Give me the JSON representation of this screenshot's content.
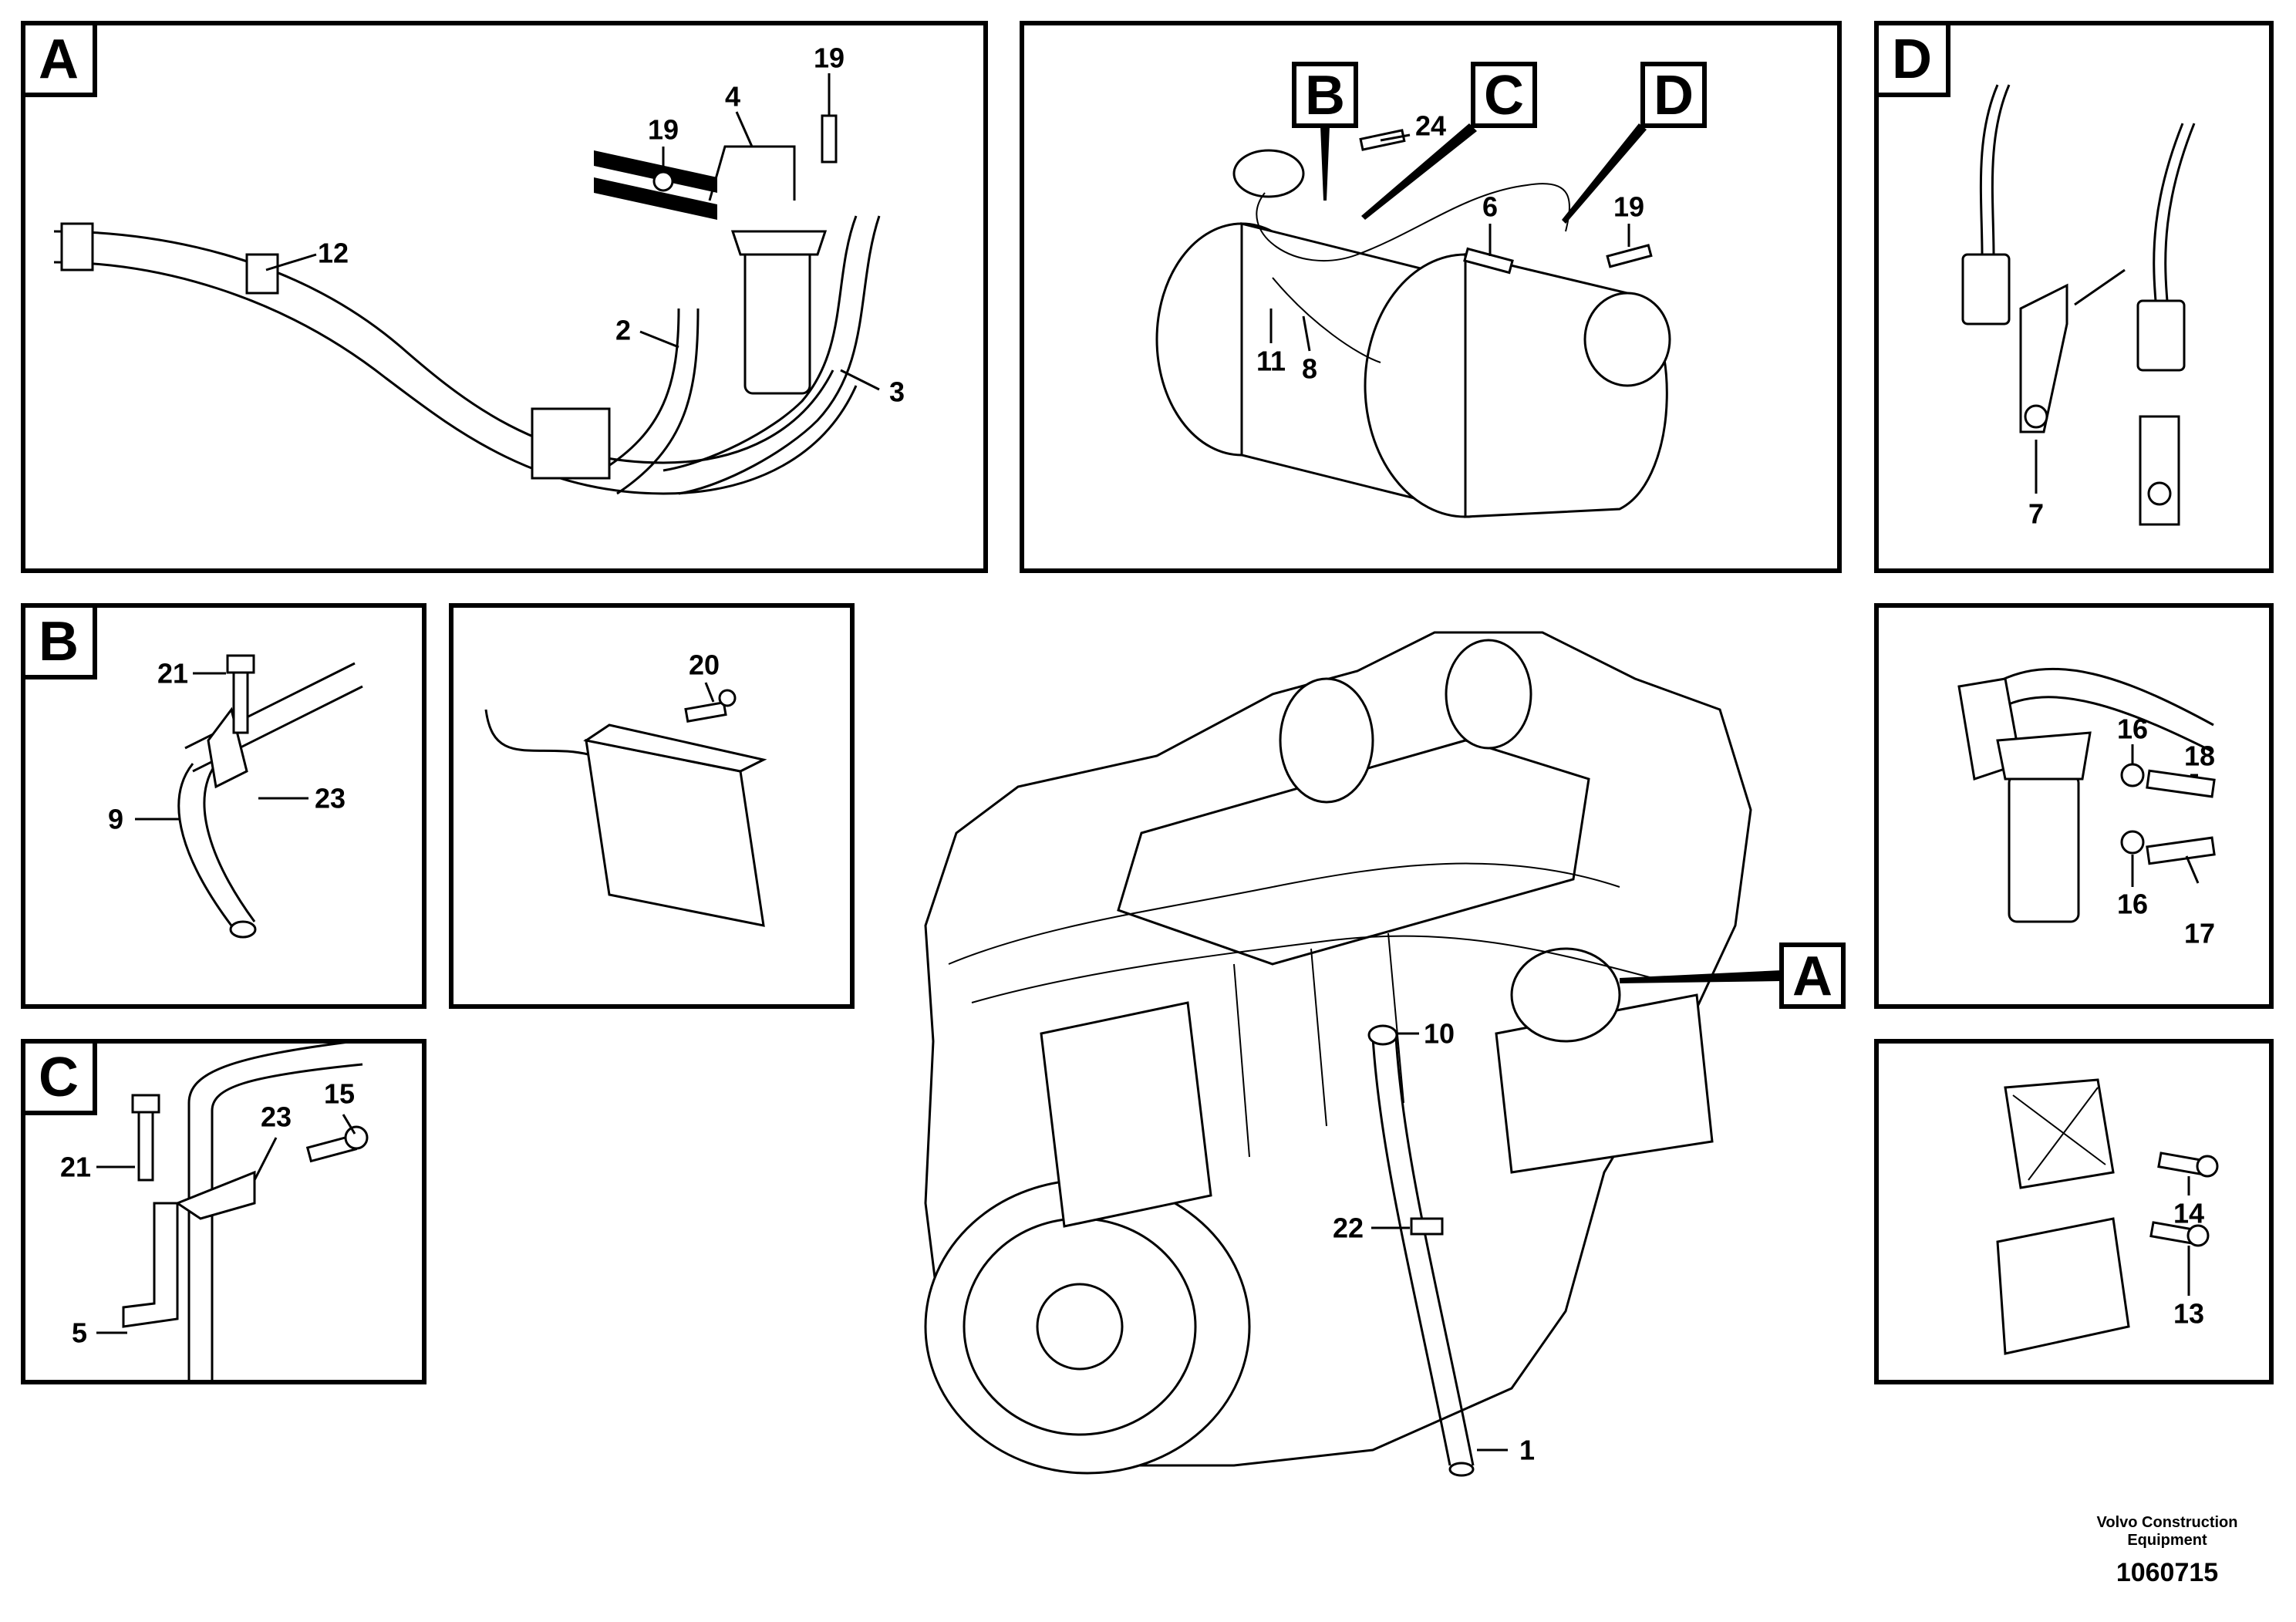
{
  "panels": {
    "A": {
      "letter": "A",
      "labels": [
        "19",
        "4",
        "19",
        "12",
        "2",
        "3"
      ]
    },
    "top_middle": {
      "letters": [
        "B",
        "C",
        "D"
      ],
      "labels": [
        "24",
        "6",
        "19",
        "11",
        "8"
      ]
    },
    "D": {
      "letter": "D",
      "labels": [
        "7"
      ]
    },
    "B": {
      "letter": "B",
      "labels": [
        "21",
        "23",
        "9"
      ]
    },
    "module": {
      "labels": [
        "20"
      ]
    },
    "C": {
      "letter": "C",
      "labels": [
        "15",
        "23",
        "21",
        "5"
      ]
    },
    "filter": {
      "labels": [
        "16",
        "18",
        "16",
        "17"
      ]
    },
    "ecu": {
      "labels": [
        "14",
        "13"
      ]
    },
    "engine": {
      "letter": "A",
      "labels": [
        "10",
        "22",
        "1"
      ]
    }
  },
  "footer": {
    "brand_line1": "Volvo Construction",
    "brand_line2": "Equipment",
    "doc_number": "1060715"
  }
}
